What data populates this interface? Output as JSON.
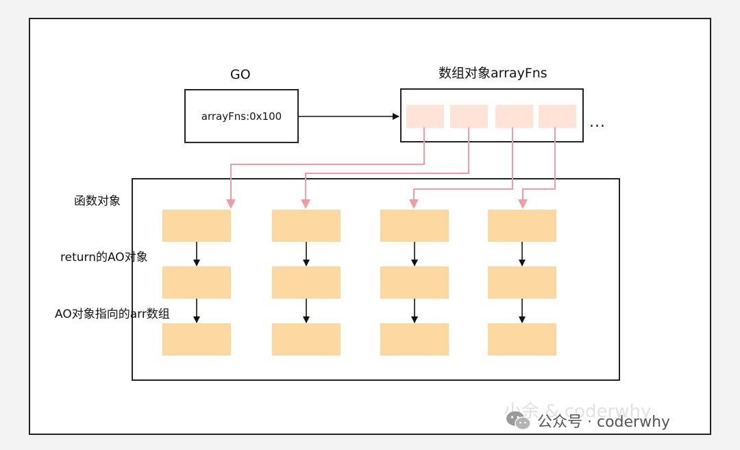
{
  "go": {
    "title": "GO",
    "content": "arrayFns:0x100"
  },
  "array_object": {
    "title": "数组对象arrayFns",
    "ellipsis": "..."
  },
  "function_area": {
    "row_labels": [
      "函数对象",
      "return的AO对象",
      "AO对象指向的arr数组"
    ]
  },
  "watermark": {
    "ghost_text": "小余 & coderwhy",
    "text": "公众号 · coderwhy",
    "icon": "wechat-icon"
  },
  "colors": {
    "slot_fill": "#ffe3d7",
    "cell_fill": "#fdd7a0",
    "pointer_arrow": "#f49aa5",
    "border": "#222222"
  }
}
